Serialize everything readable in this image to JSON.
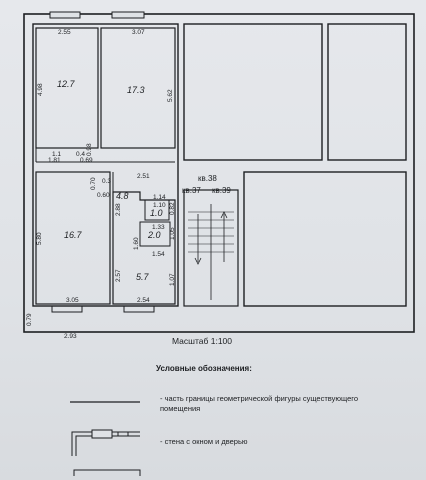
{
  "rooms": [
    {
      "id": "r1",
      "area": "12.7"
    },
    {
      "id": "r2",
      "area": "17.3"
    },
    {
      "id": "r3",
      "area": "16.7"
    },
    {
      "id": "r4",
      "area": "4.8"
    },
    {
      "id": "r5",
      "area": "1.0"
    },
    {
      "id": "r6",
      "area": "2.0"
    },
    {
      "id": "r7",
      "area": "5.7"
    }
  ],
  "dimensions": [
    "2.55",
    "3.07",
    "4.98",
    "5.62",
    "1.1",
    "0.4",
    "1.81",
    "0.69",
    "0.70",
    "0.3",
    "0.60",
    "2.51",
    "1.14",
    "1.10",
    "0.82",
    "2.88",
    "1.33",
    "1.05",
    "5.80",
    "1.60",
    "1.54",
    "2.57",
    "1.07",
    "3.05",
    "2.54",
    "2.93",
    "0.79",
    "0.98"
  ],
  "apartments": [
    "кв.38",
    "кв.37",
    "кв.39"
  ],
  "scale_label": "Масштаб 1:100",
  "legend": {
    "title": "Условные обозначения:",
    "items": [
      "- часть границы геометрической фигуры существующего помещения",
      "- стена с окном и дверью"
    ]
  }
}
